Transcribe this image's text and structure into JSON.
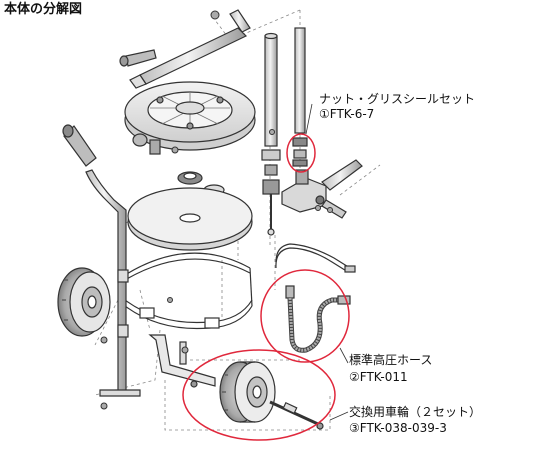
{
  "diagram": {
    "title": "本体の分解図",
    "callouts": [
      {
        "name": "ナット・グリスシールセット",
        "code": "①FTK-6-7"
      },
      {
        "name": "標準高圧ホース",
        "code": "②FTK-011"
      },
      {
        "name": "交換用車輪（２セット）",
        "code": "③FTK-038-039-3"
      }
    ]
  },
  "colors": {
    "line": "#333333",
    "fill": "#ffffff",
    "shade": "#d9d9d9",
    "dark": "#8a8a8a",
    "highlight": "#e0283c",
    "dash": "#888888"
  }
}
